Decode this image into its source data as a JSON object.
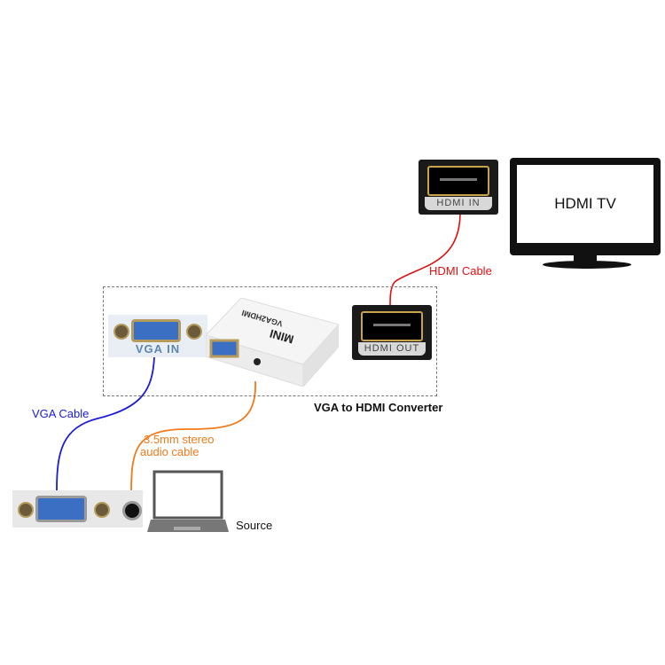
{
  "diagram": {
    "title": "VGA to HDMI Converter",
    "converter": {
      "label": "VGA to HDMI Converter",
      "device_top_text": "VGA2HDMI",
      "device_brand_text": "MINI",
      "ports": {
        "input": "VGA IN",
        "output": "HDMI OUT"
      }
    },
    "tv": {
      "label": "HDMI TV",
      "port_label": "HDMI IN"
    },
    "source": {
      "label": "Source"
    },
    "cables": {
      "vga": {
        "label": "VGA Cable",
        "color": "#1a1adb"
      },
      "hdmi": {
        "label": "HDMI Cable",
        "color": "#e01010"
      },
      "audio": {
        "label_line1": "3.5mm stereo",
        "label_line2": "audio cable",
        "color": "#f07a1a"
      }
    },
    "colors": {
      "vga_blue": "#3a6fc4",
      "gold": "#c9a24a",
      "border_dash": "#777777"
    }
  }
}
